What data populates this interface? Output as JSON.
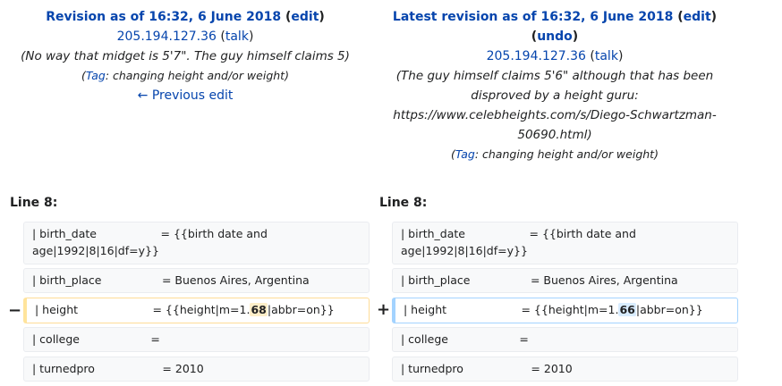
{
  "left": {
    "title_prefix": "Revision as of 16:32, 6 June 2018",
    "edit": "edit",
    "user": "205.194.127.36",
    "talk": "talk",
    "summary": "(No way that midget is 5'7\". The guy himself claims 5)",
    "tag_label": "Tag",
    "tag_text": ": changing height and/or weight",
    "prev_edit": "← Previous edit"
  },
  "right": {
    "title_prefix": "Latest revision as of 16:32, 6 June 2018",
    "edit": "edit",
    "undo": "undo",
    "user": "205.194.127.36",
    "talk": "talk",
    "summary_lines": [
      "(The guy himself claims 5'6\" although that has been",
      "disproved by a height guru:",
      "https://www.celebheights.com/s/Diego-Schwartzman-",
      "50690.html)"
    ],
    "tag_label": "Tag",
    "tag_text": ": changing height and/or weight"
  },
  "line_label": "Line 8:",
  "rows": [
    {
      "line1": "| birth_date                  = {{birth date and",
      "line2": "age|1992|8|16|df=y}}"
    },
    {
      "text": "| birth_place                 = Buenos Aires, Argentina"
    },
    {
      "left_pre": "| height                     = {{height|m=1.",
      "left_hl": "68",
      "right_hl": "66",
      "post": "|abbr=on}}"
    },
    {
      "text": "| college                    ="
    },
    {
      "text": "| turnedpro                   = 2010"
    }
  ],
  "markers": {
    "minus": "−",
    "plus": "+"
  }
}
